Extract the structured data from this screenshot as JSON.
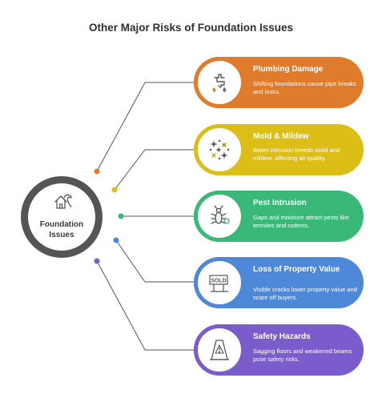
{
  "title": "Other Major Risks of Foundation Issues",
  "hub": {
    "label": "Foundation Issues",
    "icon": "house-wave-icon",
    "color": "#555555"
  },
  "cards": [
    {
      "title": "Plumbing Damage",
      "description": "Shifting foundations cause pipe breaks and leaks.",
      "icon": "faucet-icon",
      "color": "#E07B2C"
    },
    {
      "title": "Mold & Mildew",
      "description": "Water intrusion breeds mold and mildew, affecting air quality.",
      "icon": "mold-spores-icon",
      "color": "#DDBE17"
    },
    {
      "title": "Pest Intrusion",
      "description": "Gaps and moisture attract pests like termites and rodents.",
      "icon": "termite-icon",
      "color": "#3AB878"
    },
    {
      "title": "Loss of Property Value",
      "description": "Visible cracks lower property value and scare off buyers.",
      "icon": "sold-sign-icon",
      "color": "#4E89D9"
    },
    {
      "title": "Safety Hazards",
      "description": "Sagging floors and weakened beams pose safety risks.",
      "icon": "wet-floor-sign-icon",
      "color": "#7A5CCC"
    }
  ],
  "sold_sign_text": "SOLD"
}
